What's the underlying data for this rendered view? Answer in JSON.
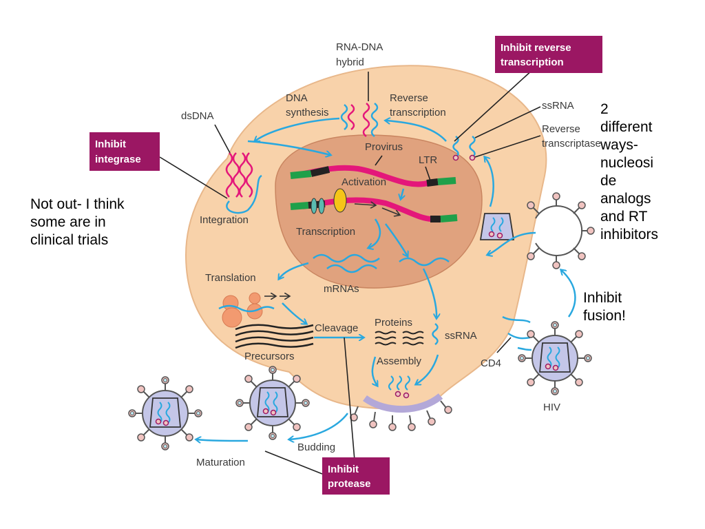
{
  "labels": {
    "rna_dna_hybrid": [
      "RNA-DNA",
      "hybrid"
    ],
    "dna_synthesis": [
      "DNA",
      "synthesis"
    ],
    "reverse_transcription": [
      "Reverse",
      "transcription"
    ],
    "dsdna": "dsDNA",
    "ssrna_top": "ssRNA",
    "reverse_transcriptase": [
      "Reverse",
      "transcriptase"
    ],
    "provirus": "Provirus",
    "ltr": "LTR",
    "activation": "Activation",
    "transcription": "Transcription",
    "integration": "Integration",
    "mrnas": "mRNAs",
    "translation": "Translation",
    "cleavage": "Cleavage",
    "proteins": "Proteins",
    "ssrna_mid": "ssRNA",
    "precursors": "Precursors",
    "assembly": "Assembly",
    "cd4": "CD4",
    "hiv": "HIV",
    "budding": "Budding",
    "maturation": "Maturation"
  },
  "boxes": {
    "reverse_transcription": [
      "Inhibit reverse",
      "transcription"
    ],
    "integrase": [
      "Inhibit",
      "integrase"
    ],
    "protease": [
      "Inhibit",
      "protease"
    ]
  },
  "notes": {
    "left": "Not out- I think\nsome are in\nclinical trials",
    "right": "2\ndifferent\nways-\nnucleosi\nde\nanalogs\nand RT\ninhibitors",
    "fusion": "Inhibit\nfusion!"
  },
  "colors": {
    "cell": "#f8d2aa",
    "cell_border": "#e8b78a",
    "nucleus": "#e0a27e",
    "nucleus_border": "#c98560",
    "arrow": "#29a8df",
    "dna_pink": "#e4177a",
    "ltr_green": "#1fa04a",
    "inhibit_box": "#9b1763",
    "virion_core": "#c4c6e8",
    "spike_head": "#f0c3c0"
  }
}
